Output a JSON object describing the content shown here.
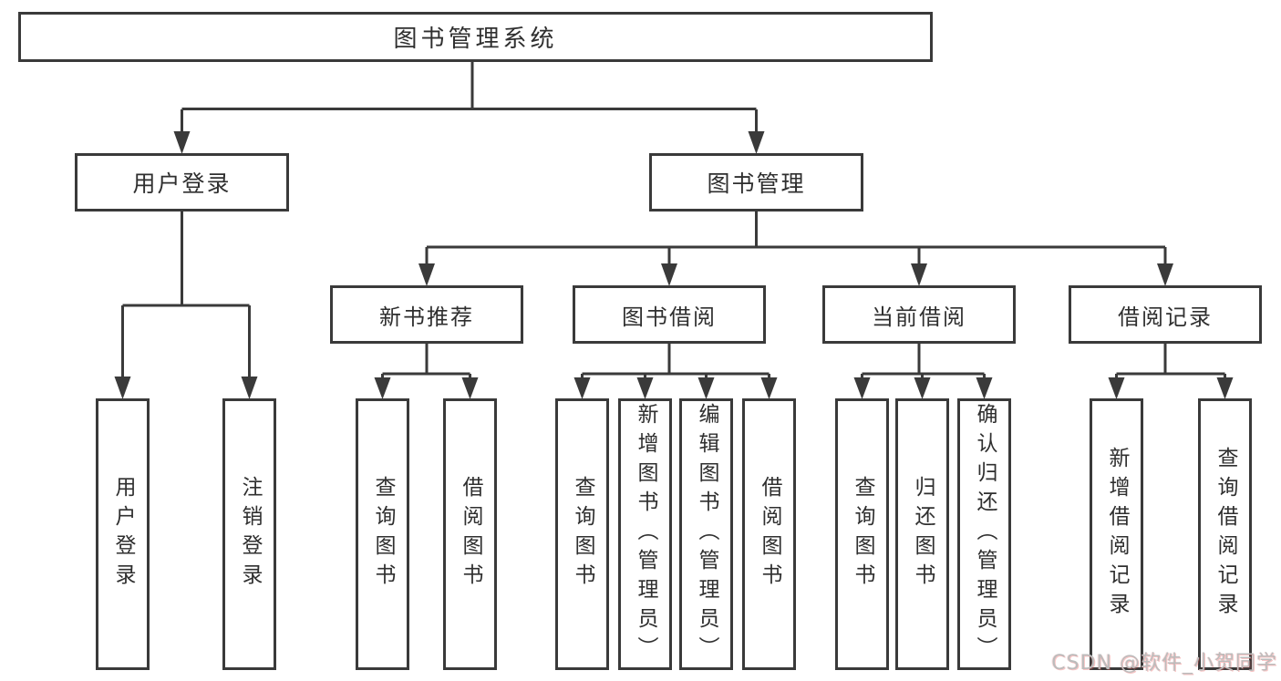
{
  "title": "图书管理系统",
  "watermark": "CSDN @软件_小贺同学",
  "colors": {
    "line": "#3a3a3a",
    "box_border": "#3a3a3a",
    "text": "#2f2f2f",
    "background": "#ffffff",
    "watermark_gray": "#bcbcbc",
    "watermark_red": "#eb5a5a"
  },
  "tree": {
    "root_label": "图书管理系统",
    "branches": [
      {
        "label": "用户登录",
        "children": [
          "用户登录",
          "注销登录"
        ]
      },
      {
        "label": "图书管理",
        "groups": [
          {
            "label": "新书推荐",
            "children": [
              "查询图书",
              "借阅图书"
            ]
          },
          {
            "label": "图书借阅",
            "children": [
              "查询图书",
              "新增图书（管理员）",
              "编辑图书（管理员）",
              "借阅图书"
            ]
          },
          {
            "label": "当前借阅",
            "children": [
              "查询图书",
              "归还图书",
              "确认归还（管理员）"
            ]
          },
          {
            "label": "借阅记录",
            "children": [
              "新增借阅记录",
              "查询借阅记录"
            ]
          }
        ]
      }
    ]
  }
}
